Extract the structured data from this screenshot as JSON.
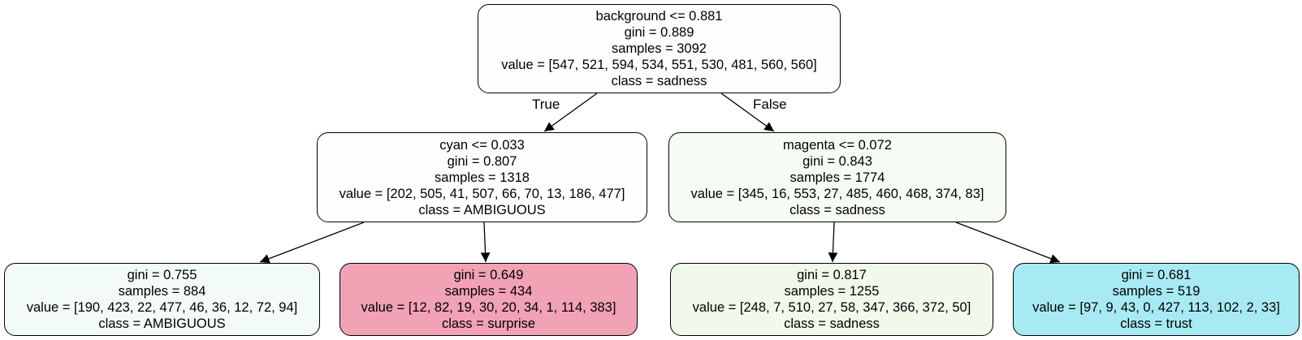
{
  "tree": {
    "root": {
      "split": "background <= 0.881",
      "gini": "gini = 0.889",
      "samples": "samples = 3092",
      "value": "value = [547, 521, 594, 534, 551, 530, 481, 560, 560]",
      "class": "class = sadness",
      "fill": "#fefefe"
    },
    "edge_true": "True",
    "edge_false": "False",
    "left": {
      "split": "cyan <= 0.033",
      "gini": "gini = 0.807",
      "samples": "samples = 1318",
      "value": "value = [202, 505, 41, 507, 66, 70, 13, 186, 477]",
      "class": "class = AMBIGUOUS",
      "fill": "#fefefe"
    },
    "right": {
      "split": "magenta <= 0.072",
      "gini": "gini = 0.843",
      "samples": "samples = 1774",
      "value": "value = [345, 16, 553, 27, 485, 460, 468, 374, 83]",
      "class": "class = sadness",
      "fill": "#f6fcf4"
    },
    "leaf1": {
      "gini": "gini = 0.755",
      "samples": "samples = 884",
      "value": "value = [190, 423, 22, 477, 46, 36, 12, 72, 94]",
      "class": "class = AMBIGUOUS",
      "fill": "#f2fbf8"
    },
    "leaf2": {
      "gini": "gini = 0.649",
      "samples": "samples = 434",
      "value": "value = [12, 82, 19, 30, 20, 34, 1, 114, 383]",
      "class": "class = surprise",
      "fill": "#f2a2b5"
    },
    "leaf3": {
      "gini": "gini = 0.817",
      "samples": "samples = 1255",
      "value": "value = [248, 7, 510, 27, 58, 347, 366, 372, 50]",
      "class": "class = sadness",
      "fill": "#f1faea"
    },
    "leaf4": {
      "gini": "gini = 0.681",
      "samples": "samples = 519",
      "value": "value = [97, 9, 43, 0, 427, 113, 102, 2, 33]",
      "class": "class = trust",
      "fill": "#a8eaf3"
    }
  }
}
